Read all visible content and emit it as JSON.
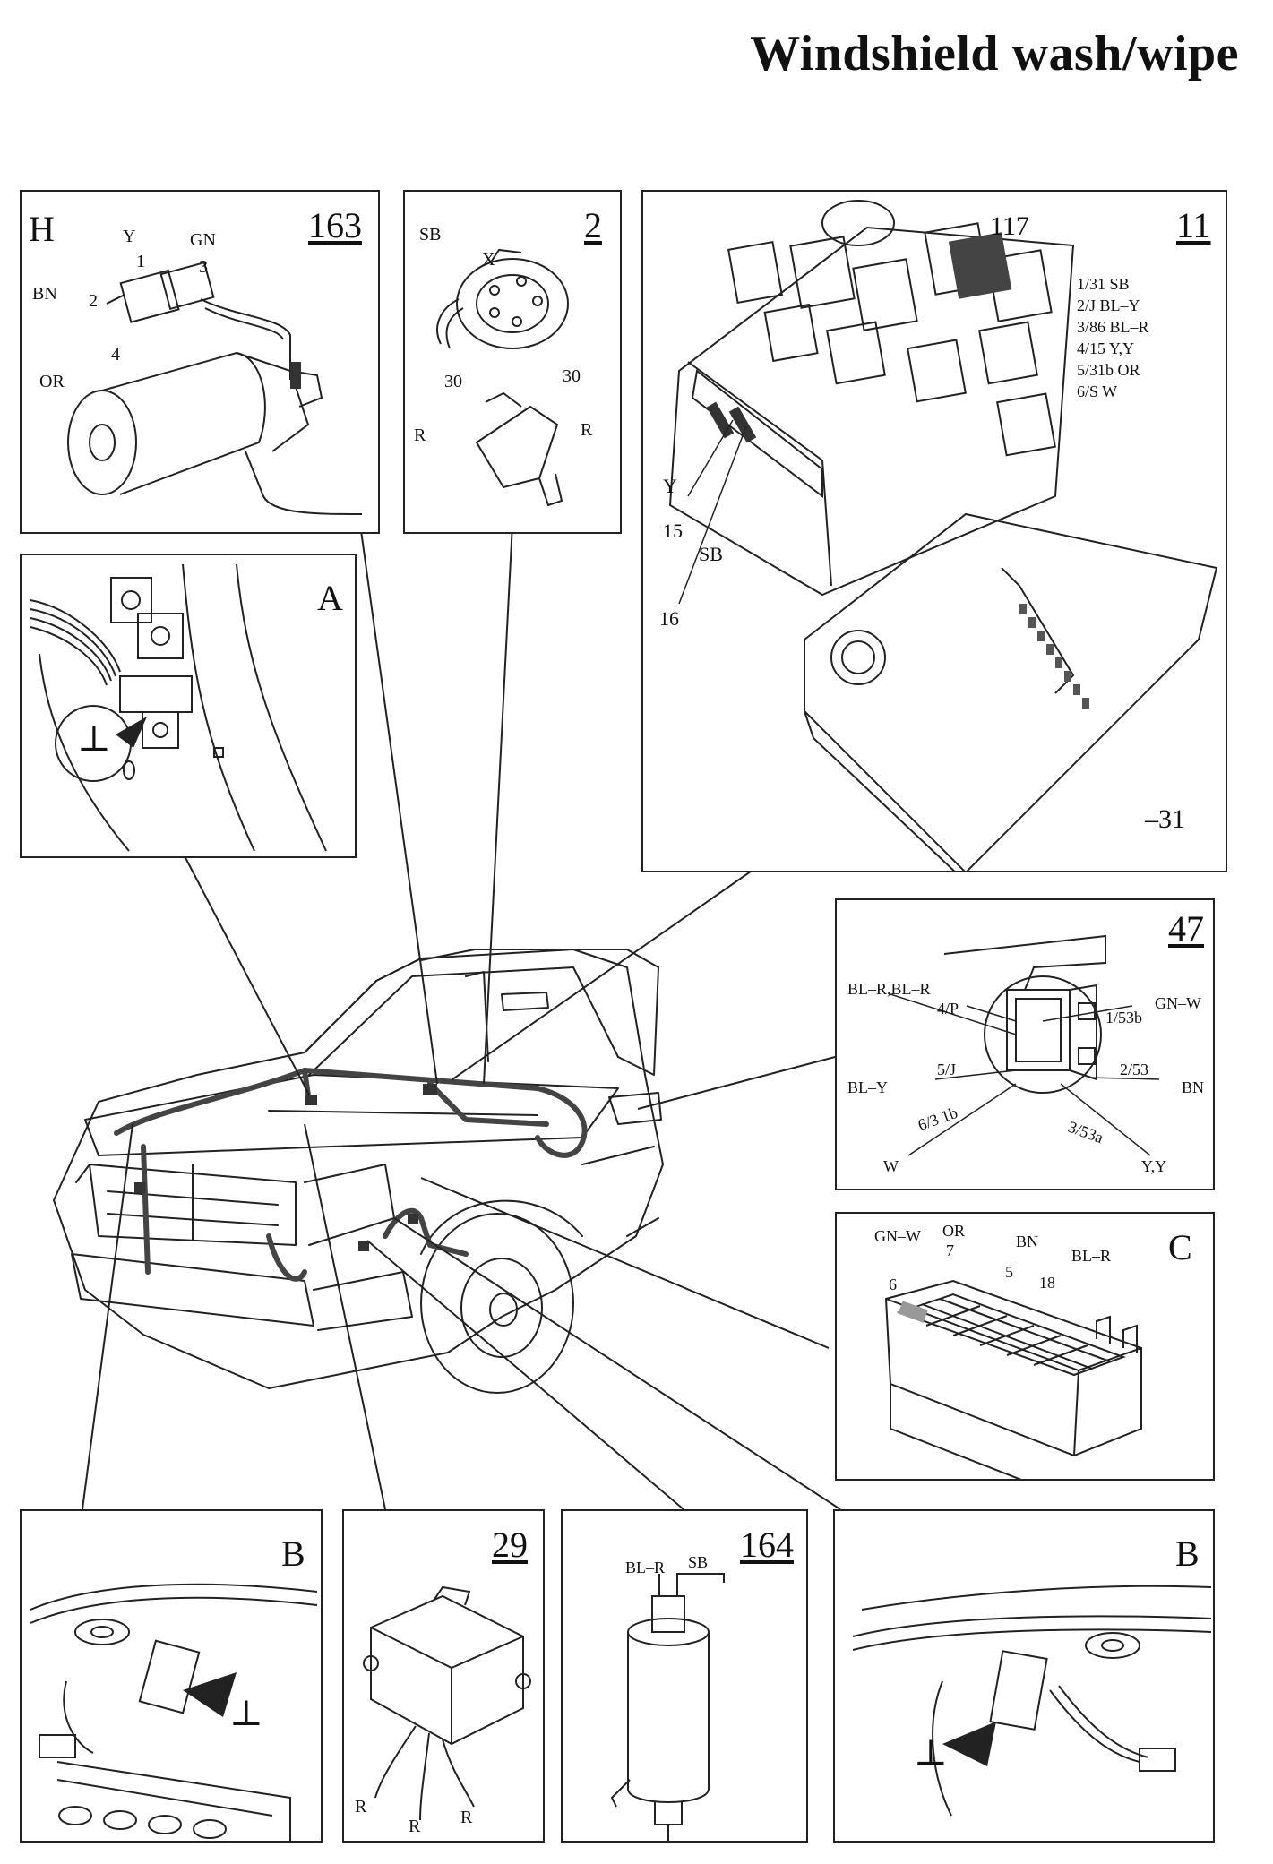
{
  "page": {
    "title": "Windshield wash/wipe"
  },
  "panels": {
    "p163": {
      "letter": "H",
      "number": "163",
      "labels": {
        "y": "Y",
        "gn": "GN",
        "one": "1",
        "three": "3",
        "bn": "BN",
        "two": "2",
        "four": "4",
        "or": "OR"
      }
    },
    "p2": {
      "number": "2",
      "labels": {
        "sb": "SB",
        "x": "X",
        "t30a": "30",
        "t30b": "30",
        "ra": "R",
        "rb": "R"
      }
    },
    "p11": {
      "number": "11",
      "relay": "117",
      "legend": [
        "1/31 SB",
        "2/J BL–Y",
        "3/86 BL–R",
        "4/15 Y,Y",
        "5/31b OR",
        "6/S W"
      ],
      "labels": {
        "y": "Y",
        "f15": "15",
        "sb": "SB",
        "f16": "16",
        "g31": "–31"
      }
    },
    "pA": {
      "letter": "A",
      "ground": "⊥"
    },
    "p47": {
      "number": "47",
      "labels": {
        "blr": "BL–R,BL–R",
        "p4": "4/P",
        "p1": "1/53b",
        "gnw": "GN–W",
        "p5": "5/J",
        "bly": "BL–Y",
        "p2": "2/53",
        "bn": "BN",
        "p6": "6/3 1b",
        "w": "W",
        "p3": "3/53a",
        "yy": "Y,Y"
      }
    },
    "pC": {
      "letter": "C",
      "labels": {
        "gnw": "GN–W",
        "or": "OR",
        "seven": "7",
        "bn": "BN",
        "blr": "BL–R",
        "six": "6",
        "five": "5",
        "eighteen": "18"
      }
    },
    "pB1": {
      "letter": "B",
      "ground": "⊥"
    },
    "p29": {
      "number": "29",
      "labels": {
        "r1": "R",
        "r2": "R",
        "r3": "R"
      }
    },
    "p164": {
      "number": "164",
      "labels": {
        "blr": "BL–R",
        "sb": "SB"
      }
    },
    "pB2": {
      "letter": "B",
      "ground": "⊥"
    }
  }
}
